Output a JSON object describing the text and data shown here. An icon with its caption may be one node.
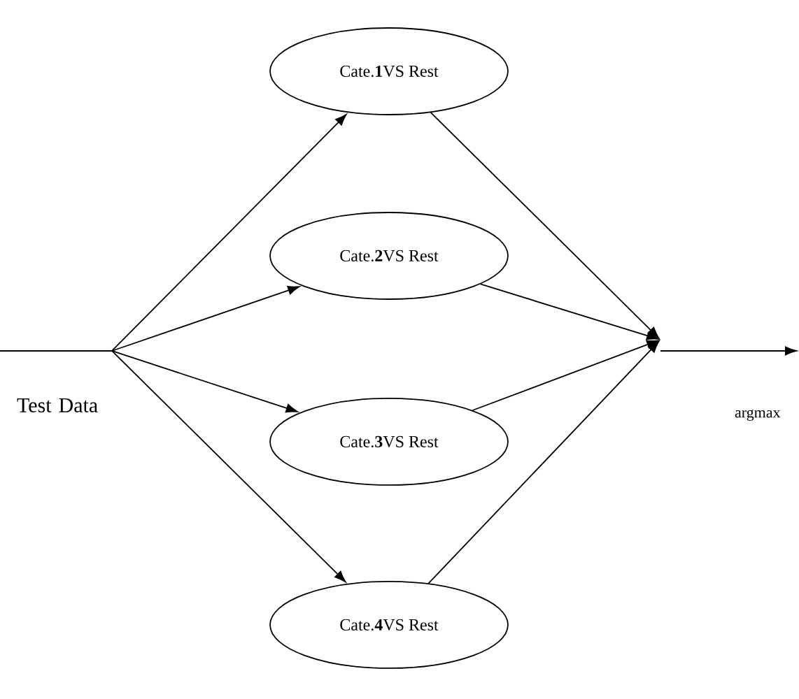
{
  "diagram": {
    "nodes": [
      {
        "text": [
          "Cate.**1**VS Rest"
        ]
      },
      {
        "text": [
          "Cate.**2**VS Rest"
        ]
      },
      {
        "text": [
          "Cate.**3**VS Rest"
        ]
      },
      {
        "text": [
          "Cate.**4**VS Rest"
        ]
      }
    ],
    "edges": [
      {
        "from": null,
        "to": 0,
        "arrow": "to"
      },
      {
        "from": null,
        "to": 1,
        "arrow": "to"
      },
      {
        "from": null,
        "to": 2,
        "arrow": "to"
      },
      {
        "from": null,
        "to": 3,
        "arrow": "to"
      },
      {
        "from": 0,
        "to": null,
        "arrow": "to"
      },
      {
        "from": 1,
        "to": null,
        "arrow": "to"
      },
      {
        "from": 2,
        "to": null,
        "arrow": "to"
      },
      {
        "from": 3,
        "to": null,
        "arrow": "to"
      }
    ],
    "labels": [
      "Test Data",
      "argmax"
    ]
  }
}
